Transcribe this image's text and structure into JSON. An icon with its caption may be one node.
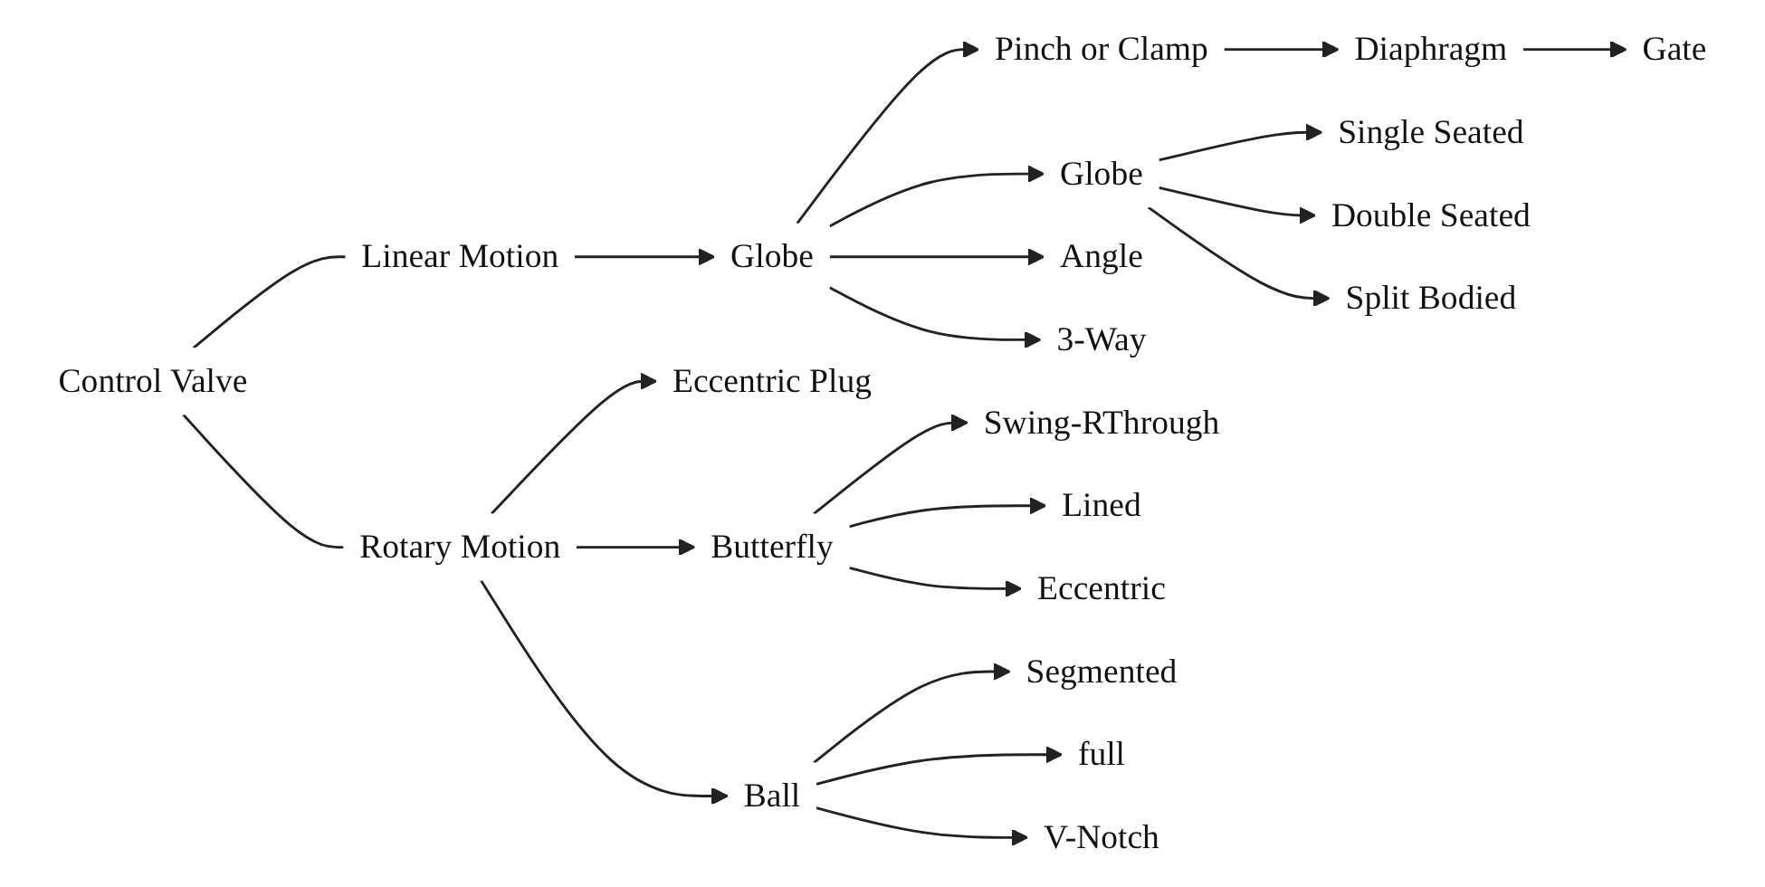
{
  "diagram": {
    "nodes": [
      {
        "text": [
          "Control Valve"
        ]
      },
      {
        "text": [
          "Linear Motion"
        ]
      },
      {
        "text": [
          "Globe"
        ]
      },
      {
        "text": [
          "Pinch or Clamp"
        ]
      },
      {
        "text": [
          "Diaphragm"
        ]
      },
      {
        "text": [
          "Gate"
        ]
      },
      {
        "text": [
          "Globe"
        ]
      },
      {
        "text": [
          "Angle"
        ]
      },
      {
        "text": [
          "3-Way"
        ]
      },
      {
        "text": [
          "Single Seated"
        ]
      },
      {
        "text": [
          "Double Seated"
        ]
      },
      {
        "text": [
          "Split Bodied"
        ]
      },
      {
        "text": [
          "Rotary Motion"
        ]
      },
      {
        "text": [
          "Eccentric Plug"
        ]
      },
      {
        "text": [
          "Butterfly"
        ]
      },
      {
        "text": [
          "Ball"
        ]
      },
      {
        "text": [
          "Swing-RThrough"
        ]
      },
      {
        "text": [
          "Lined"
        ]
      },
      {
        "text": [
          "Eccentric"
        ]
      },
      {
        "text": [
          "Segmented"
        ]
      },
      {
        "text": [
          "full"
        ]
      },
      {
        "text": [
          "V-Notch"
        ]
      }
    ],
    "edges": [
      {
        "from": 0,
        "to": 1,
        "arrow": "none"
      },
      {
        "from": 0,
        "to": 12,
        "arrow": "none"
      },
      {
        "from": 1,
        "to": 2,
        "arrow": "to"
      },
      {
        "from": 2,
        "to": 3,
        "arrow": "to"
      },
      {
        "from": 3,
        "to": 4,
        "arrow": "to"
      },
      {
        "from": 4,
        "to": 5,
        "arrow": "to"
      },
      {
        "from": 2,
        "to": 6,
        "arrow": "to"
      },
      {
        "from": 2,
        "to": 7,
        "arrow": "to"
      },
      {
        "from": 2,
        "to": 8,
        "arrow": "to"
      },
      {
        "from": 6,
        "to": 9,
        "arrow": "to"
      },
      {
        "from": 6,
        "to": 10,
        "arrow": "to"
      },
      {
        "from": 6,
        "to": 11,
        "arrow": "to"
      },
      {
        "from": 12,
        "to": 13,
        "arrow": "to"
      },
      {
        "from": 12,
        "to": 14,
        "arrow": "to"
      },
      {
        "from": 12,
        "to": 15,
        "arrow": "to"
      },
      {
        "from": 14,
        "to": 16,
        "arrow": "to"
      },
      {
        "from": 14,
        "to": 17,
        "arrow": "to"
      },
      {
        "from": 14,
        "to": 18,
        "arrow": "to"
      },
      {
        "from": 15,
        "to": 19,
        "arrow": "to"
      },
      {
        "from": 15,
        "to": 20,
        "arrow": "to"
      },
      {
        "from": 15,
        "to": 21,
        "arrow": "to"
      }
    ]
  }
}
